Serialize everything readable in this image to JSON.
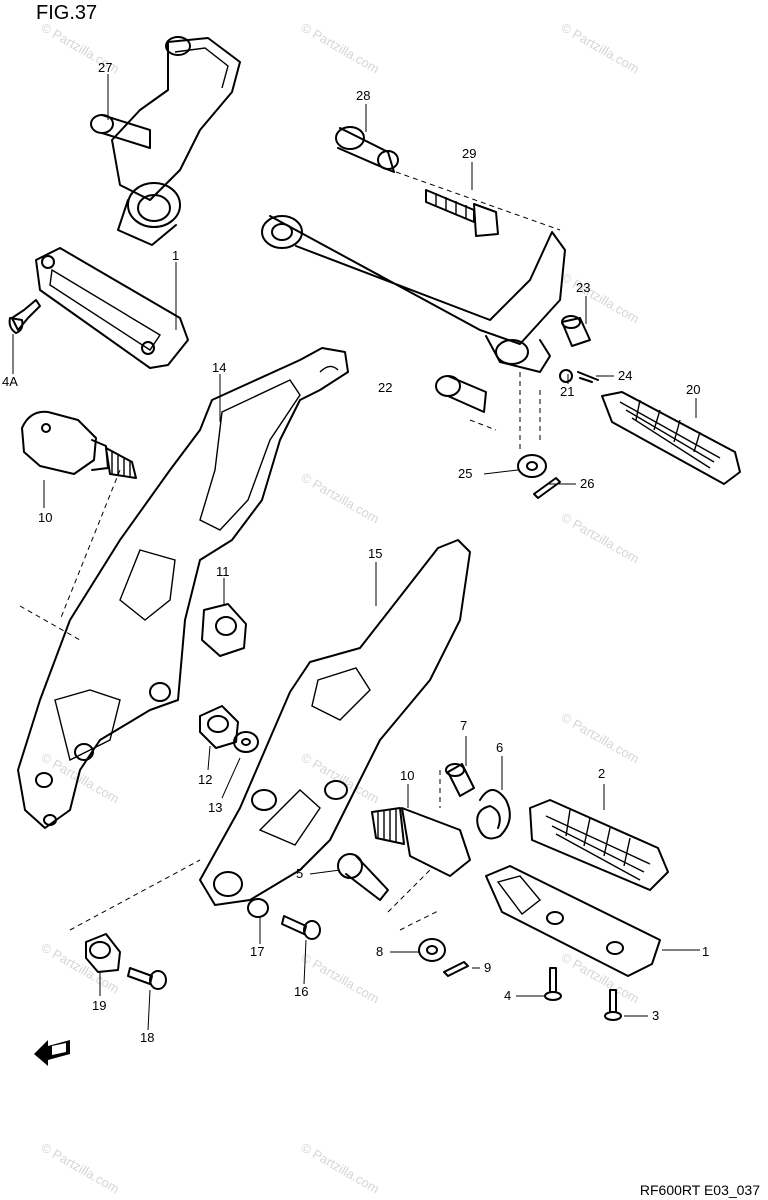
{
  "figure": {
    "title": "FIG.37",
    "code": "RF600RT E03_037"
  },
  "watermark": {
    "text": "© Partzilla.com"
  },
  "callouts": [
    {
      "id": "c27",
      "text": "27"
    },
    {
      "id": "c1a",
      "text": "1"
    },
    {
      "id": "c4a",
      "text": "4A"
    },
    {
      "id": "c14",
      "text": "14"
    },
    {
      "id": "c10a",
      "text": "10"
    },
    {
      "id": "c11",
      "text": "11"
    },
    {
      "id": "c28",
      "text": "28"
    },
    {
      "id": "c29",
      "text": "29"
    },
    {
      "id": "c23",
      "text": "23"
    },
    {
      "id": "c24",
      "text": "24"
    },
    {
      "id": "c22",
      "text": "22"
    },
    {
      "id": "c21",
      "text": "21"
    },
    {
      "id": "c20",
      "text": "20"
    },
    {
      "id": "c25",
      "text": "25"
    },
    {
      "id": "c26",
      "text": "26"
    },
    {
      "id": "c15",
      "text": "15"
    },
    {
      "id": "c12",
      "text": "12"
    },
    {
      "id": "c13",
      "text": "13"
    },
    {
      "id": "c7",
      "text": "7"
    },
    {
      "id": "c6",
      "text": "6"
    },
    {
      "id": "c10b",
      "text": "10"
    },
    {
      "id": "c2",
      "text": "2"
    },
    {
      "id": "c5",
      "text": "5"
    },
    {
      "id": "c17",
      "text": "17"
    },
    {
      "id": "c16",
      "text": "16"
    },
    {
      "id": "c8",
      "text": "8"
    },
    {
      "id": "c9",
      "text": "9"
    },
    {
      "id": "c4",
      "text": "4"
    },
    {
      "id": "c3",
      "text": "3"
    },
    {
      "id": "c1b",
      "text": "1"
    },
    {
      "id": "c19",
      "text": "19"
    },
    {
      "id": "c18",
      "text": "18"
    }
  ],
  "icons": {
    "front_arrow": "front-direction-arrow-icon"
  }
}
